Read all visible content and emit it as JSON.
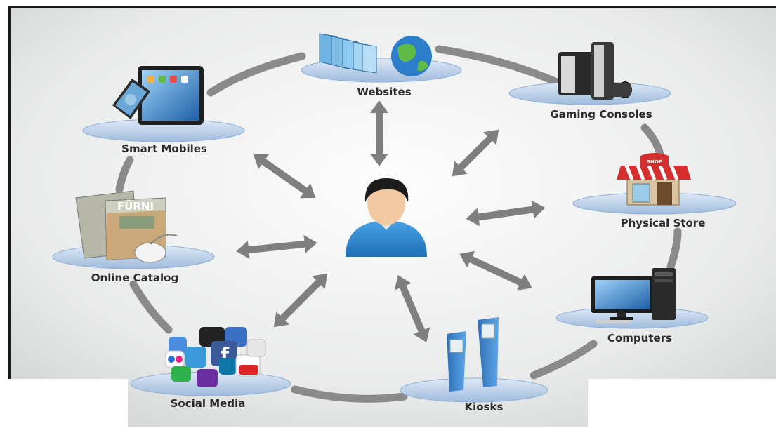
{
  "center": {
    "icon": "user-icon"
  },
  "channels": {
    "websites": {
      "label": "Websites",
      "icon": "websites-globe-icon"
    },
    "gaming": {
      "label": "Gaming Consoles",
      "icon": "game-console-icon"
    },
    "store": {
      "label": "Physical Store",
      "icon": "shop-icon",
      "sign": "SHOP"
    },
    "computers": {
      "label": "Computers",
      "icon": "desktop-computer-icon"
    },
    "kiosks": {
      "label": "Kiosks",
      "icon": "kiosk-icon"
    },
    "social": {
      "label": "Social Media",
      "icon": "social-media-icons"
    },
    "catalog": {
      "label": "Online Catalog",
      "icon": "catalog-mouse-icon",
      "brand": "FÜRNI"
    },
    "mobiles": {
      "label": "Smart Mobiles",
      "icon": "tablet-phone-icon"
    }
  },
  "colors": {
    "ring": "#8a8a8a",
    "arrow": "#7f7f7f",
    "platform": "#bcd4ee",
    "user_shirt": "#2f86cc",
    "user_hair": "#1c1c1c"
  }
}
